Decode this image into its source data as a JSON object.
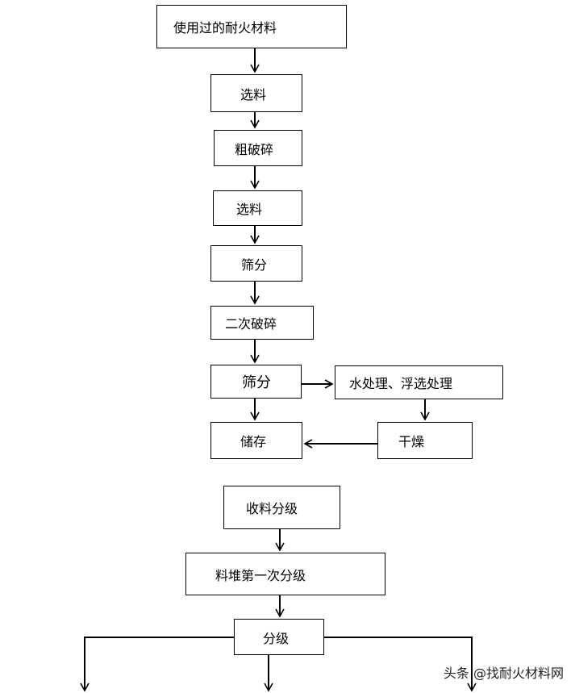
{
  "flow_a": {
    "used_material": "使用过的耐火材料",
    "sort_1": "选料",
    "coarse_crush": "粗破碎",
    "sort_2": "选料",
    "screen_1": "筛分",
    "second_crush": "二次破碎",
    "screen_2": "筛分",
    "water_flotation": "水处理、浮选处理",
    "storage": "储存",
    "drying": "干燥"
  },
  "flow_b": {
    "collect_grade": "收料分级",
    "pile_first_grade": "料堆第一次分级",
    "grading": "分级"
  },
  "watermark": "头条 @找耐火材料网",
  "colors": {
    "line": "#000000",
    "box_border": "#000000",
    "background": "#ffffff"
  }
}
